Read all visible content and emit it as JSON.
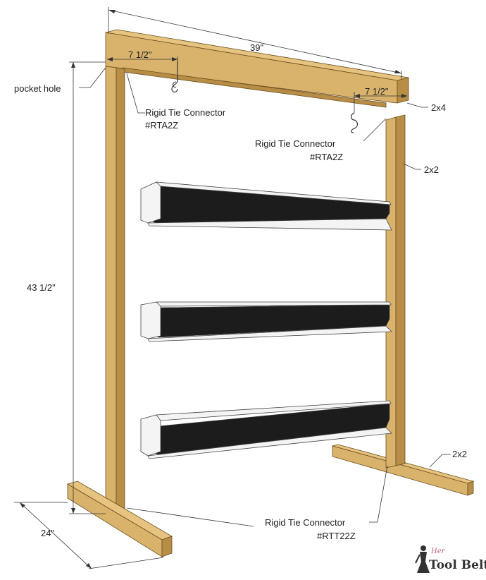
{
  "labels": {
    "width_top": "39\"",
    "offset_left": "7 1/2\"",
    "offset_right": "7 1/2\"",
    "pocket_hole": "pocket hole",
    "connector_left_1": "Rigid Tie Connector",
    "connector_left_2": "#RTA2Z",
    "connector_right_1": "Rigid Tie Connector",
    "connector_right_2": "#RTA2Z",
    "top_beam": "2x4",
    "post": "2x2",
    "height": "43 1/2\"",
    "foot": "2x2",
    "depth": "24\"",
    "connector_bottom_1": "Rigid Tie Connector",
    "connector_bottom_2": "#RTT22Z"
  },
  "logo": {
    "small": "Her",
    "main": "Tool Belt"
  }
}
